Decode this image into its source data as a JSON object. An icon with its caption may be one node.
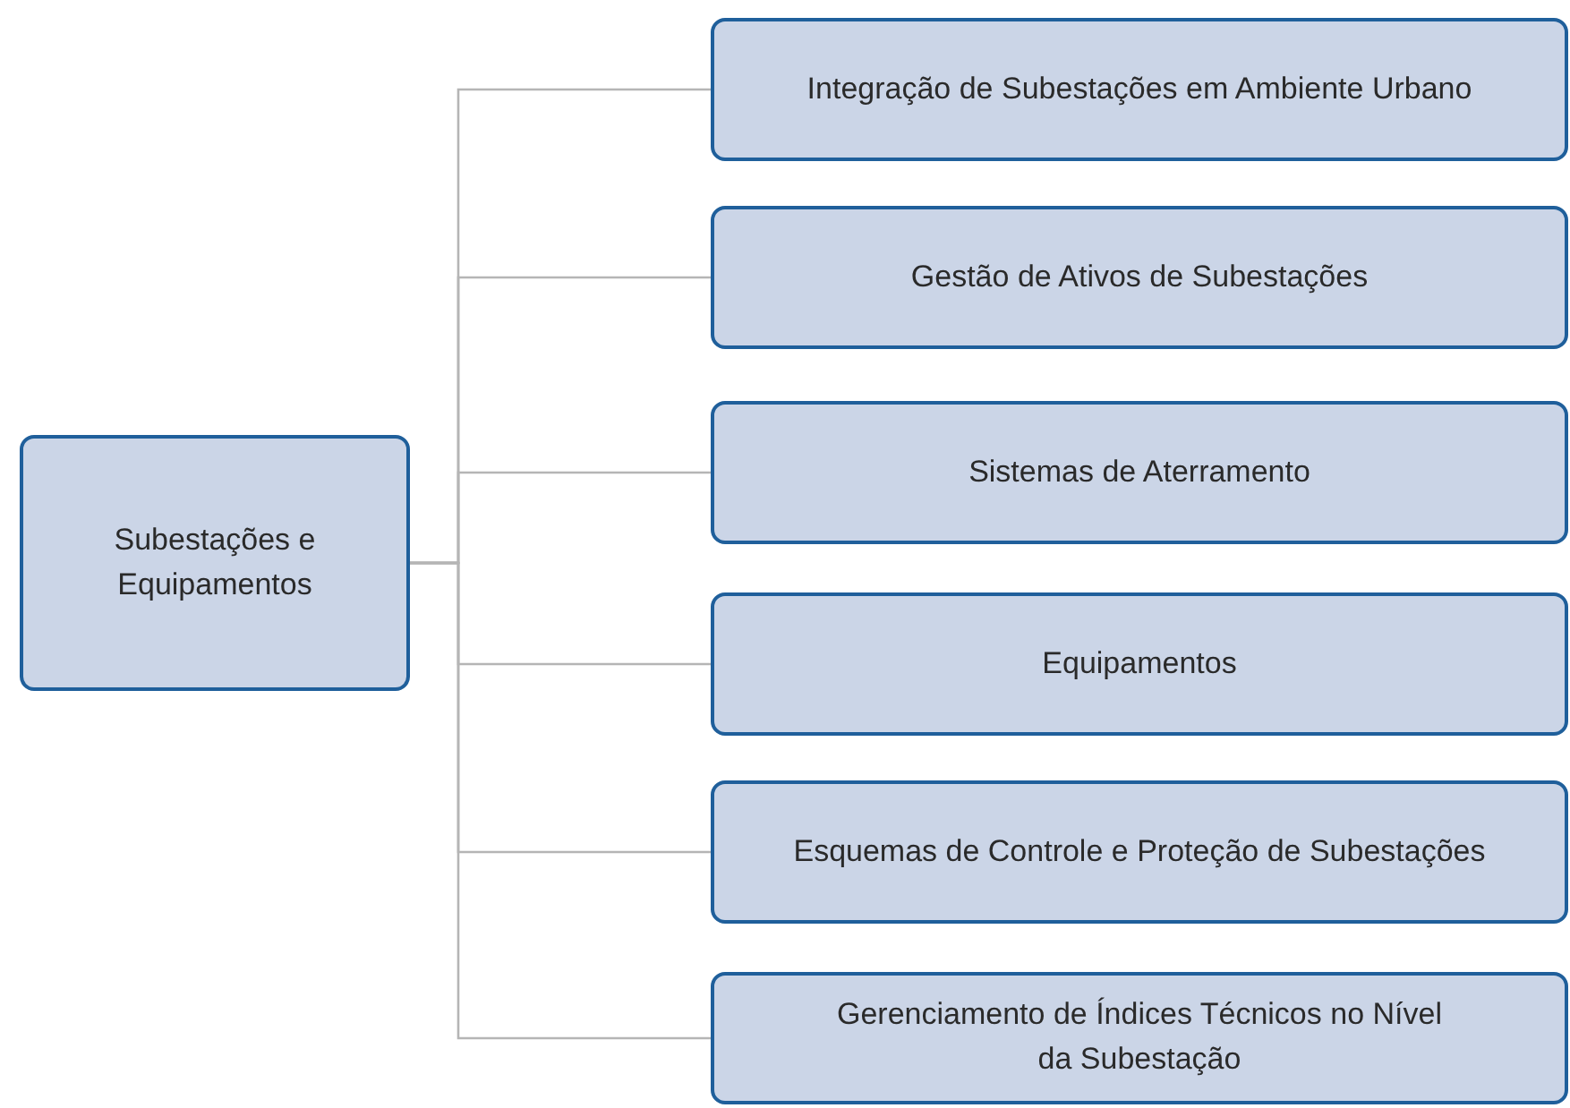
{
  "diagram": {
    "nodes": [
      {
        "text": [
          "Subestações e Equipamentos"
        ]
      },
      {
        "text": [
          "Integração de Subestações em Ambiente Urbano"
        ]
      },
      {
        "text": [
          "Gestão de Ativos de Subestações"
        ]
      },
      {
        "text": [
          "Sistemas de Aterramento"
        ]
      },
      {
        "text": [
          "Equipamentos"
        ]
      },
      {
        "text": [
          "Esquemas de Controle e Proteção de Subestações"
        ]
      },
      {
        "text": [
          "Gerenciamento de Índices Técnicos no Nível da Subestação"
        ]
      }
    ],
    "edges": [
      {
        "from": 0,
        "to": 1,
        "arrow": "none"
      },
      {
        "from": 0,
        "to": 2,
        "arrow": "none"
      },
      {
        "from": 0,
        "to": 3,
        "arrow": "none"
      },
      {
        "from": 0,
        "to": 4,
        "arrow": "none"
      },
      {
        "from": 0,
        "to": 5,
        "arrow": "none"
      },
      {
        "from": 0,
        "to": 6,
        "arrow": "none"
      }
    ]
  }
}
